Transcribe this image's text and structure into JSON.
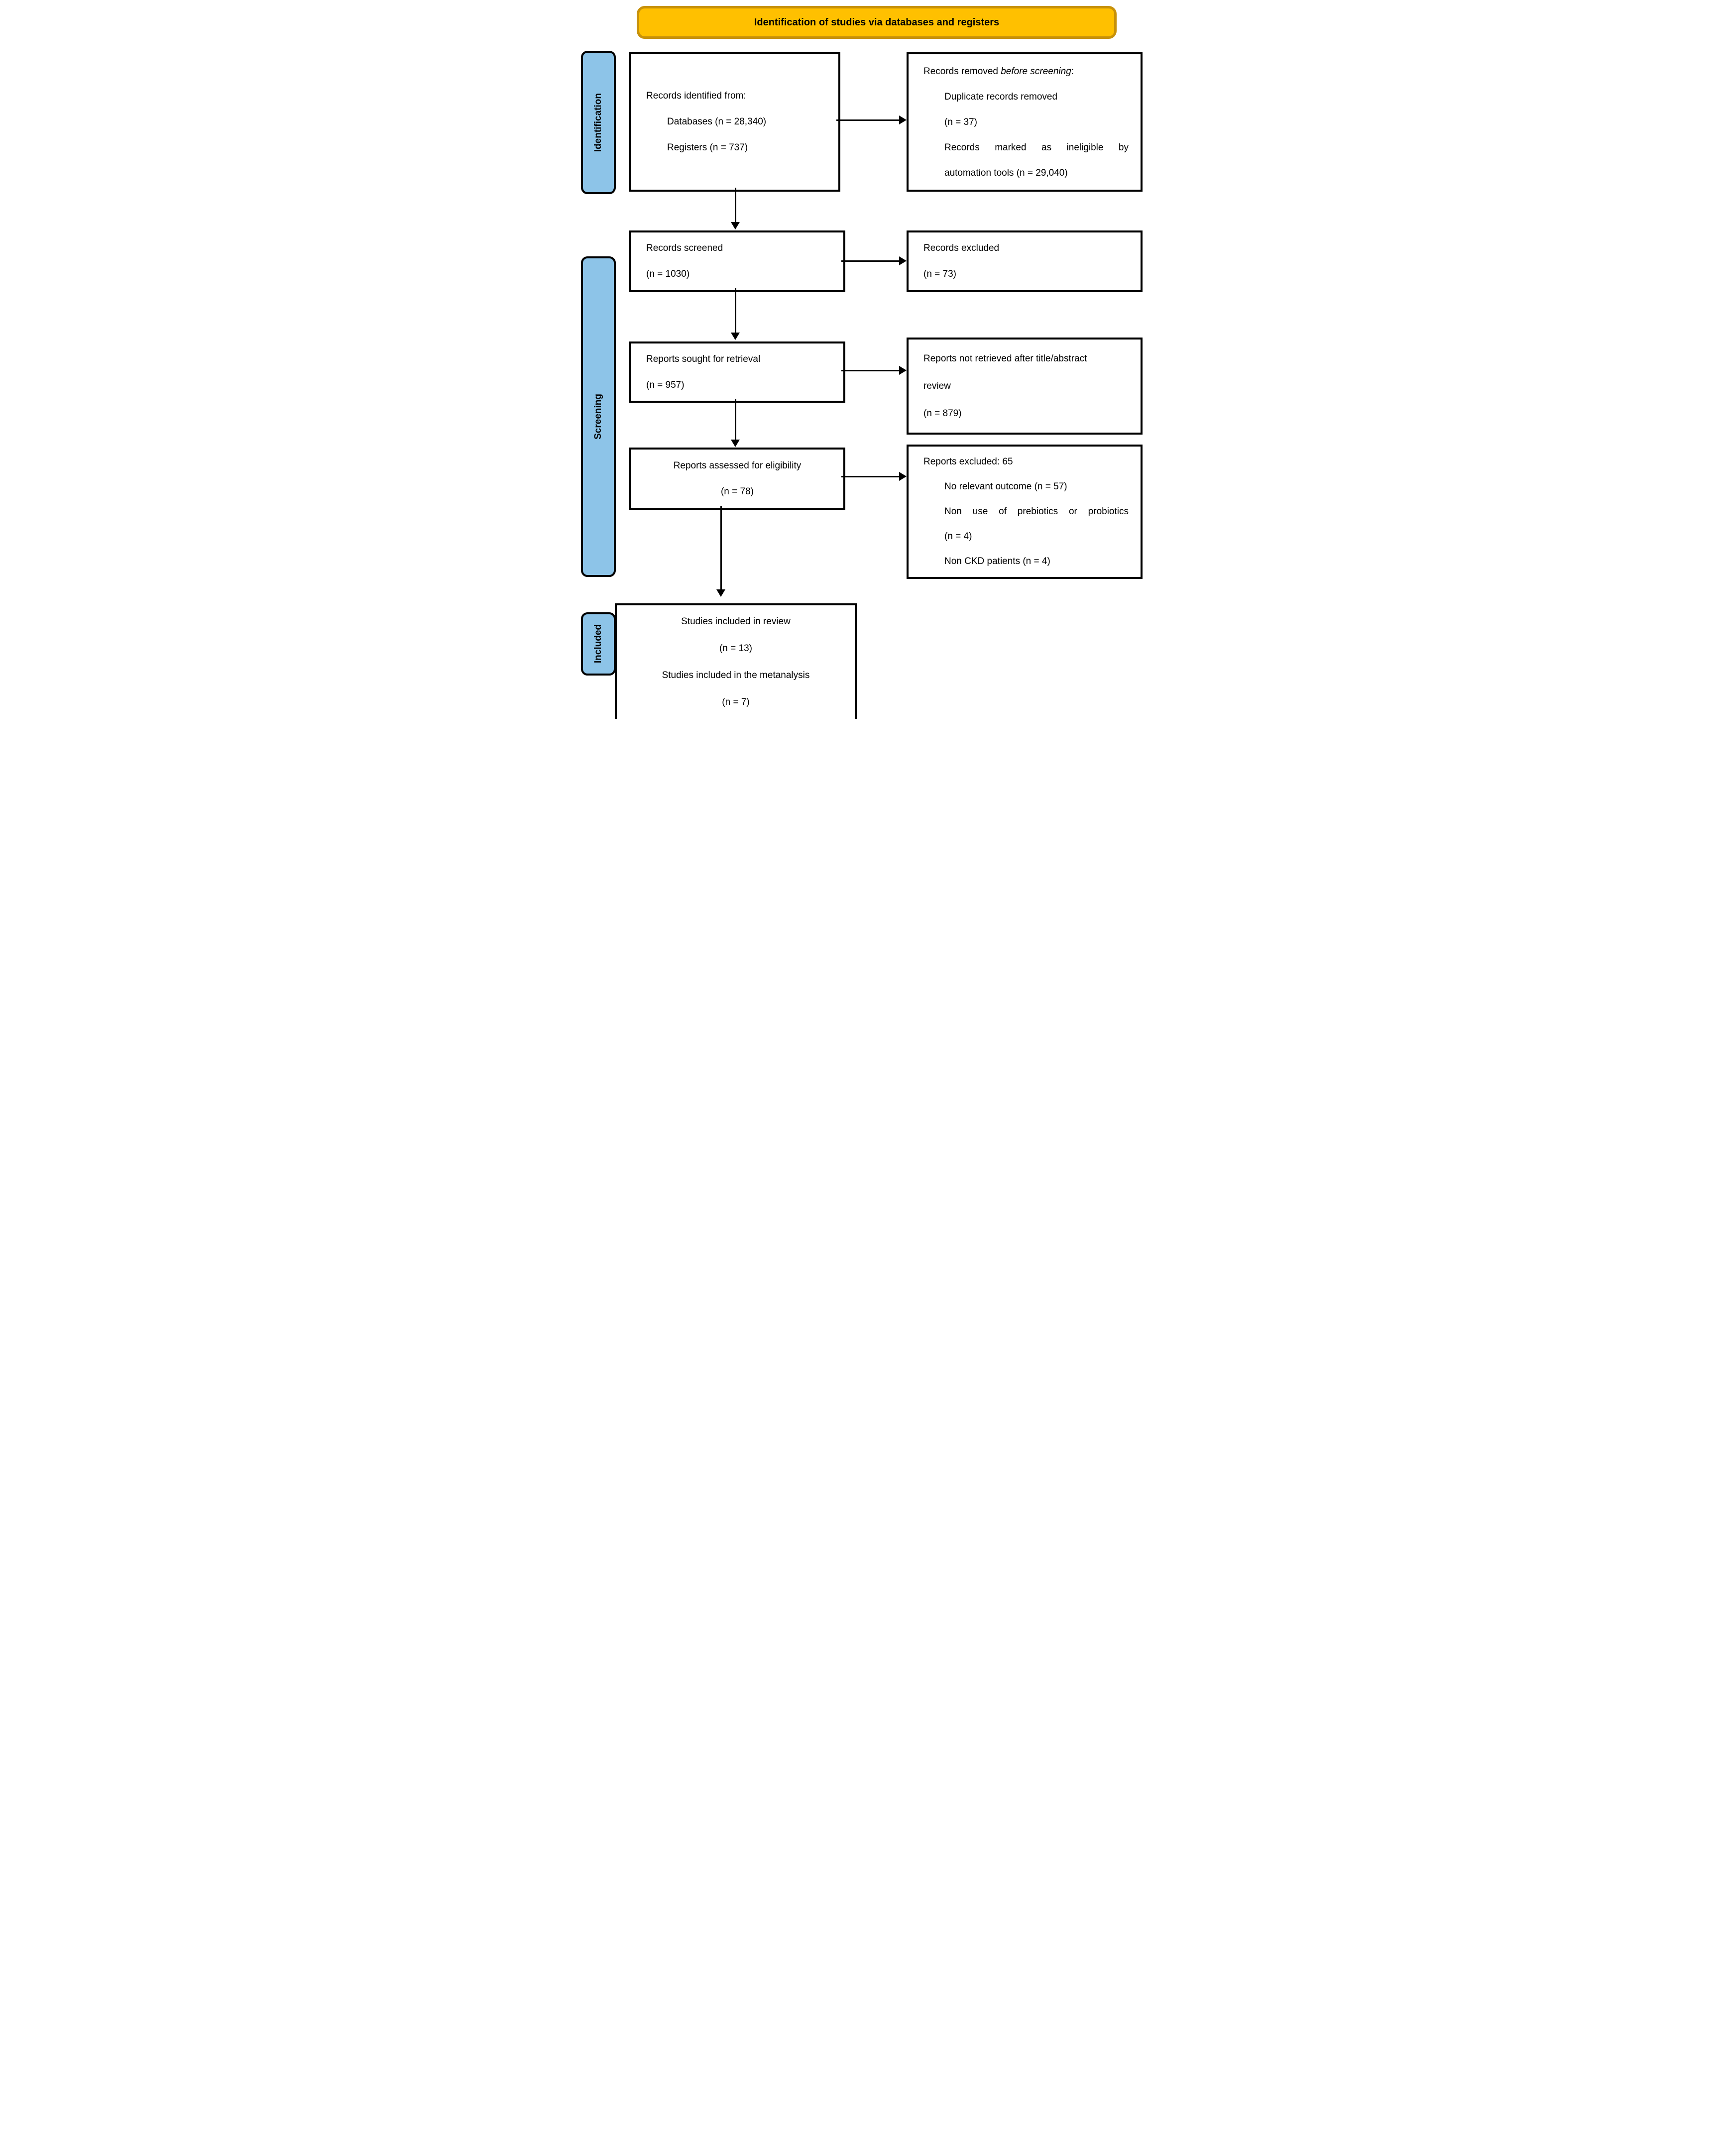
{
  "banner": {
    "title": "Identification of studies via databases and registers"
  },
  "stages": [
    {
      "label": "Identification"
    },
    {
      "label": "Screening"
    },
    {
      "label": "Included"
    }
  ],
  "boxes": {
    "records_identified": {
      "title": "Records identified from:",
      "items": [
        "Databases (n = 28,340)",
        "Registers (n = 737)"
      ]
    },
    "records_removed": {
      "title_pre": "Records removed ",
      "title_italic": "before screening",
      "title_post": ":",
      "items": [
        "Duplicate records removed",
        "(n = 37)",
        "Records marked as ineligible by",
        "automation tools (n = 29,040)"
      ]
    },
    "records_screened": {
      "lines": [
        "Records screened",
        "(n = 1030)"
      ]
    },
    "records_excluded": {
      "lines": [
        "Records excluded",
        "(n = 73)"
      ]
    },
    "reports_sought": {
      "lines": [
        "Reports sought for retrieval",
        "(n = 957)"
      ]
    },
    "reports_not_retrieved": {
      "lines": [
        "Reports not retrieved after title/abstract",
        "review",
        "(n = 879)"
      ]
    },
    "reports_assessed": {
      "lines": [
        "Reports assessed for eligibility",
        "(n = 78)"
      ]
    },
    "reports_excluded": {
      "title": "Reports excluded: 65",
      "items": [
        "No relevant outcome (n = 57)",
        "Non use of prebiotics or probiotics",
        "(n = 4)",
        "Non CKD patients (n = 4)"
      ]
    },
    "studies_included": {
      "lines": [
        "Studies included in review",
        "(n = 13)",
        "Studies included in the metanalysis",
        "(n = 7)"
      ]
    }
  },
  "colors": {
    "banner_fill": "#FFC000",
    "banner_border": "#C7910A",
    "stage_fill": "#8DC4E8",
    "box_fill": "#FFFFFF",
    "line": "#000000"
  }
}
